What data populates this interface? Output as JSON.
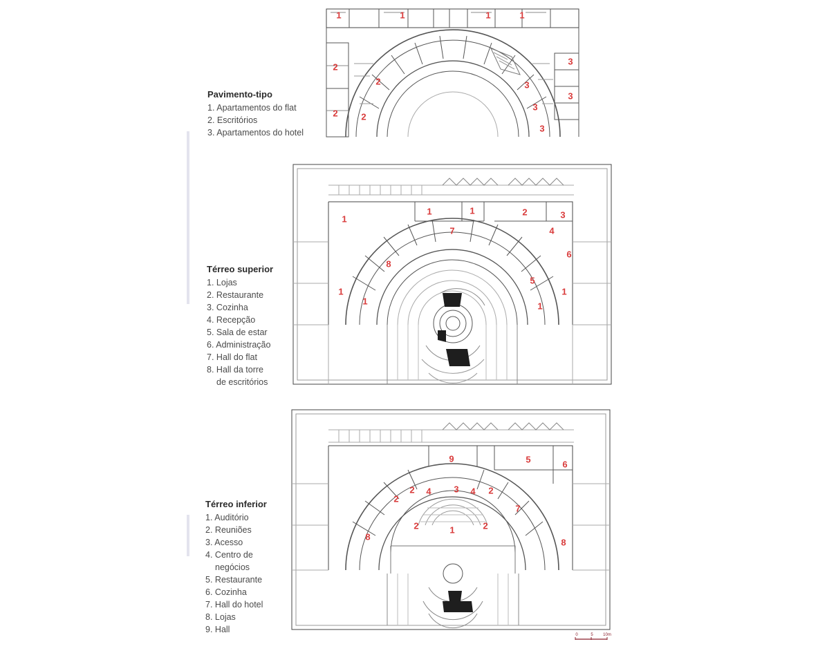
{
  "colors": {
    "label": "#d93b3b",
    "line": "#555555",
    "text": "#4a4a4a",
    "fill": "#1e1e1e"
  },
  "floors": [
    {
      "key": "pavimento",
      "title": "Pavimento-tipo",
      "legend": [
        {
          "num": "1.",
          "text": "Apartamentos do flat"
        },
        {
          "num": "2.",
          "text": "Escritórios"
        },
        {
          "num": "3.",
          "text": "Apartamentos do hotel"
        }
      ],
      "labels": [
        "1",
        "1",
        "1",
        "1",
        "2",
        "2",
        "2",
        "2",
        "3",
        "3",
        "3",
        "3",
        "3"
      ]
    },
    {
      "key": "terreo-superior",
      "title": "Térreo superior",
      "legend": [
        {
          "num": "1.",
          "text": "Lojas"
        },
        {
          "num": "2.",
          "text": "Restaurante"
        },
        {
          "num": "3.",
          "text": "Cozinha"
        },
        {
          "num": "4.",
          "text": "Recepção"
        },
        {
          "num": "5.",
          "text": "Sala de estar"
        },
        {
          "num": "6.",
          "text": "Administração"
        },
        {
          "num": "7.",
          "text": "Hall do flat"
        },
        {
          "num": "8.",
          "text": "Hall da torre"
        },
        {
          "num": "",
          "text": "de escritórios"
        }
      ],
      "labels": [
        "1",
        "1",
        "1",
        "1",
        "1",
        "1",
        "1",
        "2",
        "3",
        "4",
        "6",
        "5",
        "7",
        "8"
      ]
    },
    {
      "key": "terreo-inferior",
      "title": "Térreo inferior",
      "legend": [
        {
          "num": "1.",
          "text": "Auditório"
        },
        {
          "num": "2.",
          "text": "Reuniões"
        },
        {
          "num": "3.",
          "text": "Acesso"
        },
        {
          "num": "4.",
          "text": "Centro de"
        },
        {
          "num": "",
          "text": "negócios"
        },
        {
          "num": "5.",
          "text": "Restaurante"
        },
        {
          "num": "6.",
          "text": "Cozinha"
        },
        {
          "num": "7.",
          "text": "Hall do hotel"
        },
        {
          "num": "8.",
          "text": "Lojas"
        },
        {
          "num": "9.",
          "text": "Hall"
        }
      ],
      "labels": [
        "9",
        "5",
        "6",
        "2",
        "2",
        "4",
        "3",
        "4",
        "2",
        "7",
        "2",
        "1",
        "2",
        "8",
        "8"
      ]
    }
  ],
  "scale": {
    "ticks": [
      "0",
      "5",
      "10m"
    ]
  }
}
